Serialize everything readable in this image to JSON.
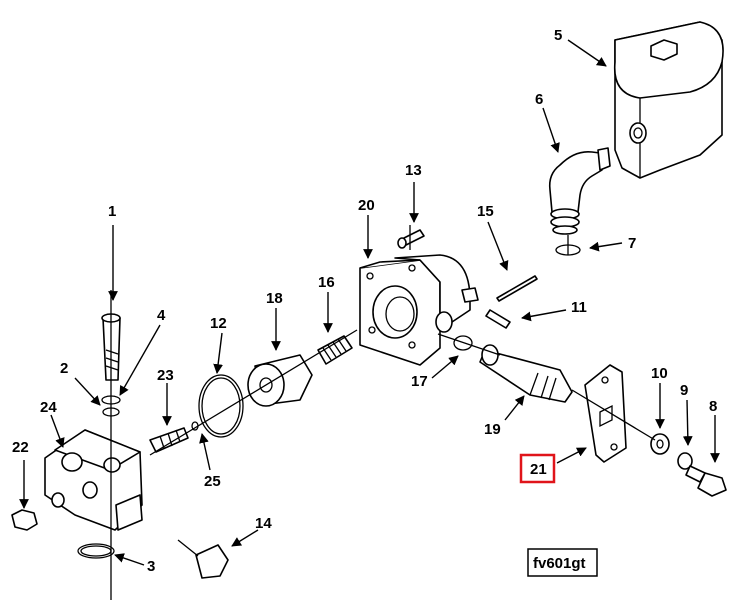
{
  "drawing_code": "fv601gt",
  "highlighted_callout": "21",
  "colors": {
    "highlight": "#e0141a",
    "line": "#000000"
  },
  "callouts": [
    "1",
    "2",
    "3",
    "4",
    "5",
    "6",
    "7",
    "8",
    "9",
    "10",
    "11",
    "12",
    "13",
    "14",
    "15",
    "16",
    "17",
    "18",
    "19",
    "20",
    "21",
    "22",
    "23",
    "24",
    "25"
  ]
}
